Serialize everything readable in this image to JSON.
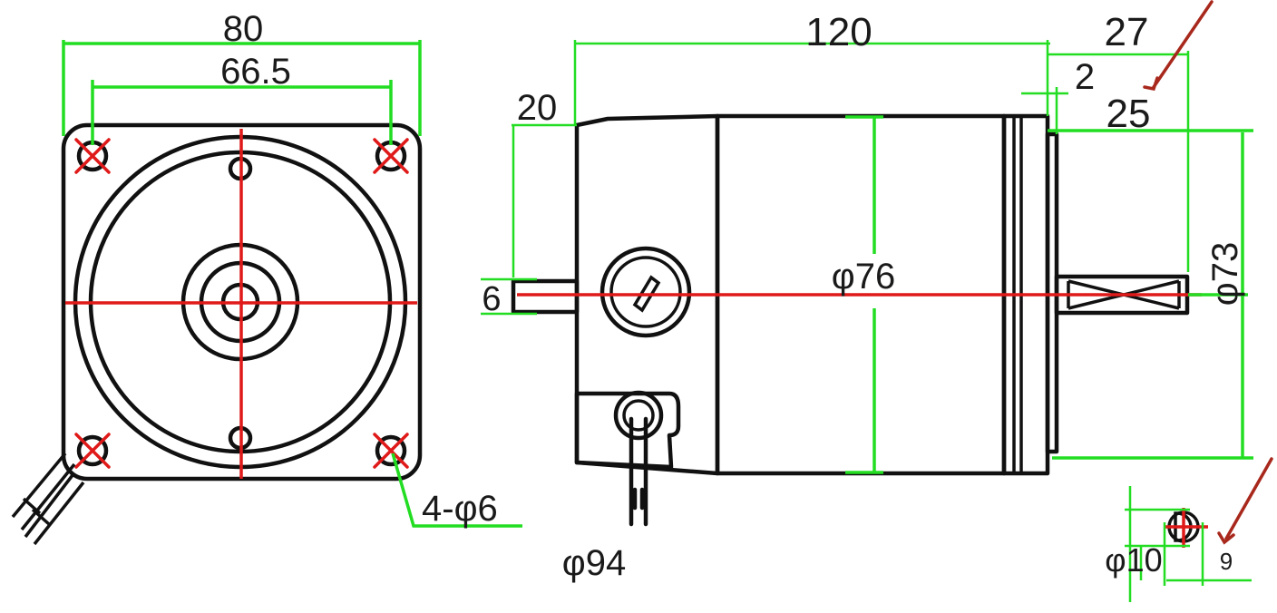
{
  "front_view": {
    "width_dim": "80",
    "hole_spacing_dim": "66.5",
    "mounting_holes_dim": "4-φ6"
  },
  "side_view": {
    "body_length_dim": "120",
    "shaft_length_dim": "27",
    "shoulder_dim": "2",
    "shaft_usable_dim": "25",
    "rear_shaft_dim": "20",
    "rear_shaft_dia_dim": "6",
    "body_diameter_dim": "φ76",
    "flange_diameter_dim": "φ73",
    "overall_diameter_dim": "φ94"
  },
  "shaft_section": {
    "diameter_dim": "φ10",
    "flat_dim": "9"
  },
  "colors": {
    "outline": "#111111",
    "dimension": "#22dd22",
    "centerline": "#e01919",
    "arrow": "#a8281c"
  }
}
